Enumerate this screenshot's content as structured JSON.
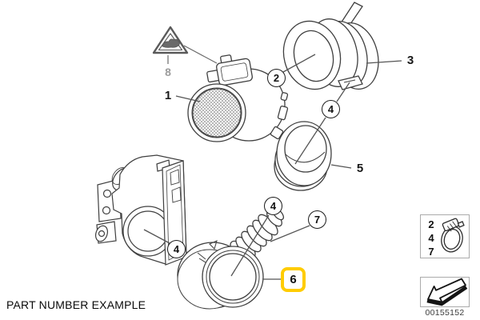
{
  "caption": "PART NUMBER EXAMPLE",
  "callouts": {
    "part1_label": "1",
    "clamp2_label": "2",
    "part3_label": "3",
    "clamp4_label": "4",
    "part5_label": "5",
    "part6_label": "6",
    "clamp7_label": "7",
    "warning8_label": "8"
  },
  "highlighted_part": "6",
  "legend": {
    "clamp_box": {
      "refs": [
        "2",
        "4",
        "7"
      ],
      "icon": "hose-clamp-icon"
    },
    "arrow_box": {
      "icon": "direction-arrow-icon"
    },
    "diagram_code": "00155152"
  },
  "colors": {
    "highlight_yellow": "#FFCC00",
    "line_dark": "#3F3F3F",
    "muted_gray": "#9C9C9C"
  }
}
